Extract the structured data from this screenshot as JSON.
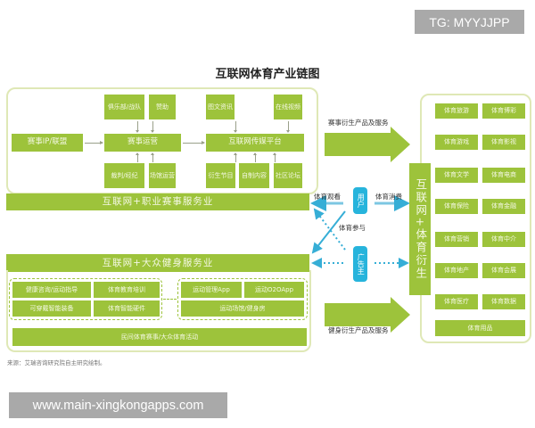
{
  "watermark_top": "TG: MYYJJPP",
  "watermark_bottom": "www.main-xingkongapps.com",
  "title": "互联网体育产业链图",
  "pro_sports": {
    "band_label": "互联网+职业赛事服务业",
    "ip_box": "赛事IP/联盟",
    "operations": "赛事运营",
    "media_platform": "互联网传媒平台",
    "ops_inputs_top": [
      "俱乐部/战队",
      "赞助"
    ],
    "ops_inputs_bottom": [
      "裁判/经纪",
      "场馆运营"
    ],
    "media_inputs_top": [
      "图文资讯",
      "在线视频"
    ],
    "media_inputs_bottom": [
      "衍生节目",
      "自制内容",
      "社区论坛"
    ]
  },
  "fitness": {
    "band_label": "互联网+大众健身服务业",
    "left_group": [
      "健康咨询/运动指导",
      "体育教育培训",
      "可穿戴智能装备",
      "体育智能硬件"
    ],
    "right_group": [
      "运动管理App",
      "运动O2OApp",
      "运动场馆/健身房"
    ],
    "bottom_bar": "民间体育赛事/大众体育活动"
  },
  "arrows": {
    "top_label": "赛事衍生产品及服务",
    "bottom_label": "健身衍生产品及服务"
  },
  "actors": {
    "user": "用户",
    "advertiser": "广告主",
    "watch": "体育观看",
    "consume": "体育消费",
    "participate": "体育参与"
  },
  "derivative": {
    "vertical_label": "互联网+体育衍生",
    "items": [
      "体育旅游",
      "体育博彩",
      "体育游戏",
      "体育影视",
      "体育文学",
      "体育电商",
      "体育保险",
      "体育金融",
      "体育营销",
      "体育中介",
      "体育地产",
      "体育会展",
      "体育医疗",
      "体育数据"
    ],
    "bottom_item": "体育用品"
  },
  "source_note": "来源：艾瑞咨询研究院自主研究绘制。"
}
